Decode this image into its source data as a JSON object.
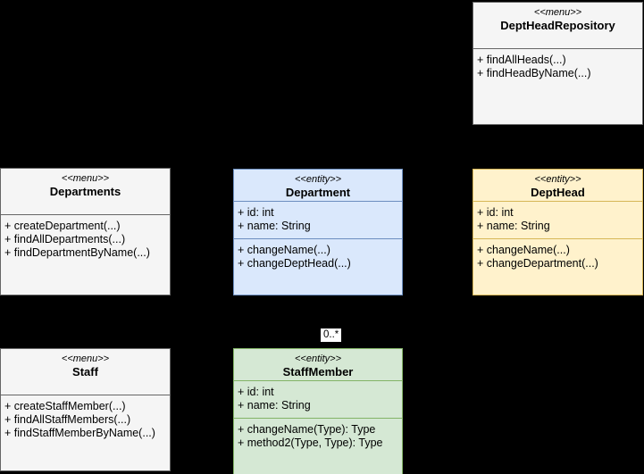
{
  "diagram": {
    "background_color": "#000000",
    "multiplicity_label": "0..*"
  },
  "classes": {
    "dept_head_repository": {
      "stereotype": "<<menu>>",
      "name": "DeptHeadRepository",
      "methods": [
        "+ findAllHeads(...)",
        "+ findHeadByName(...)"
      ],
      "fill_color": "#f5f5f5",
      "border_color": "#666666"
    },
    "departments": {
      "stereotype": "<<menu>>",
      "name": "Departments",
      "methods": [
        "+ createDepartment(...)",
        "+ findAllDepartments(...)",
        "+ findDepartmentByName(...)"
      ],
      "fill_color": "#f5f5f5",
      "border_color": "#666666"
    },
    "department": {
      "stereotype": "<<entity>>",
      "name": "Department",
      "attributes": [
        "+ id: int",
        "+ name: String"
      ],
      "methods": [
        "+ changeName(...)",
        "+ changeDeptHead(...)"
      ],
      "fill_color": "#dae8fc",
      "border_color": "#6c8ebf"
    },
    "dept_head": {
      "stereotype": "<<entity>>",
      "name": "DeptHead",
      "attributes": [
        "+ id: int",
        "+ name: String"
      ],
      "methods": [
        "+ changeName(...)",
        "+ changeDepartment(...)"
      ],
      "fill_color": "#fff2cc",
      "border_color": "#d6b656"
    },
    "staff": {
      "stereotype": "<<menu>>",
      "name": "Staff",
      "methods": [
        "+ createStaffMember(...)",
        "+ findAllStaffMembers(...)",
        "+ findStaffMemberByName(...)"
      ],
      "fill_color": "#f5f5f5",
      "border_color": "#666666"
    },
    "staff_member": {
      "stereotype": "<<entity>>",
      "name": "StaffMember",
      "attributes": [
        "+ id: int",
        "+ name: String"
      ],
      "methods": [
        "+ changeName(Type): Type",
        "+ method2(Type, Type): Type"
      ],
      "fill_color": "#d5e8d4",
      "border_color": "#82b366"
    }
  }
}
